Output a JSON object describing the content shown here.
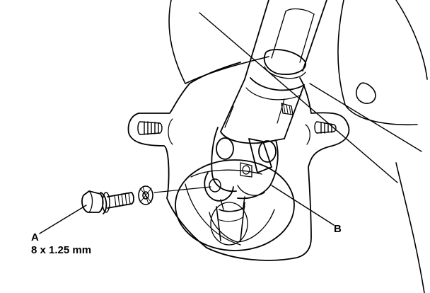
{
  "labels": {
    "a": "A",
    "a_spec": "8 x 1.25 mm",
    "b": "B"
  },
  "colors": {
    "stroke": "#000000",
    "fill": "#ffffff"
  }
}
